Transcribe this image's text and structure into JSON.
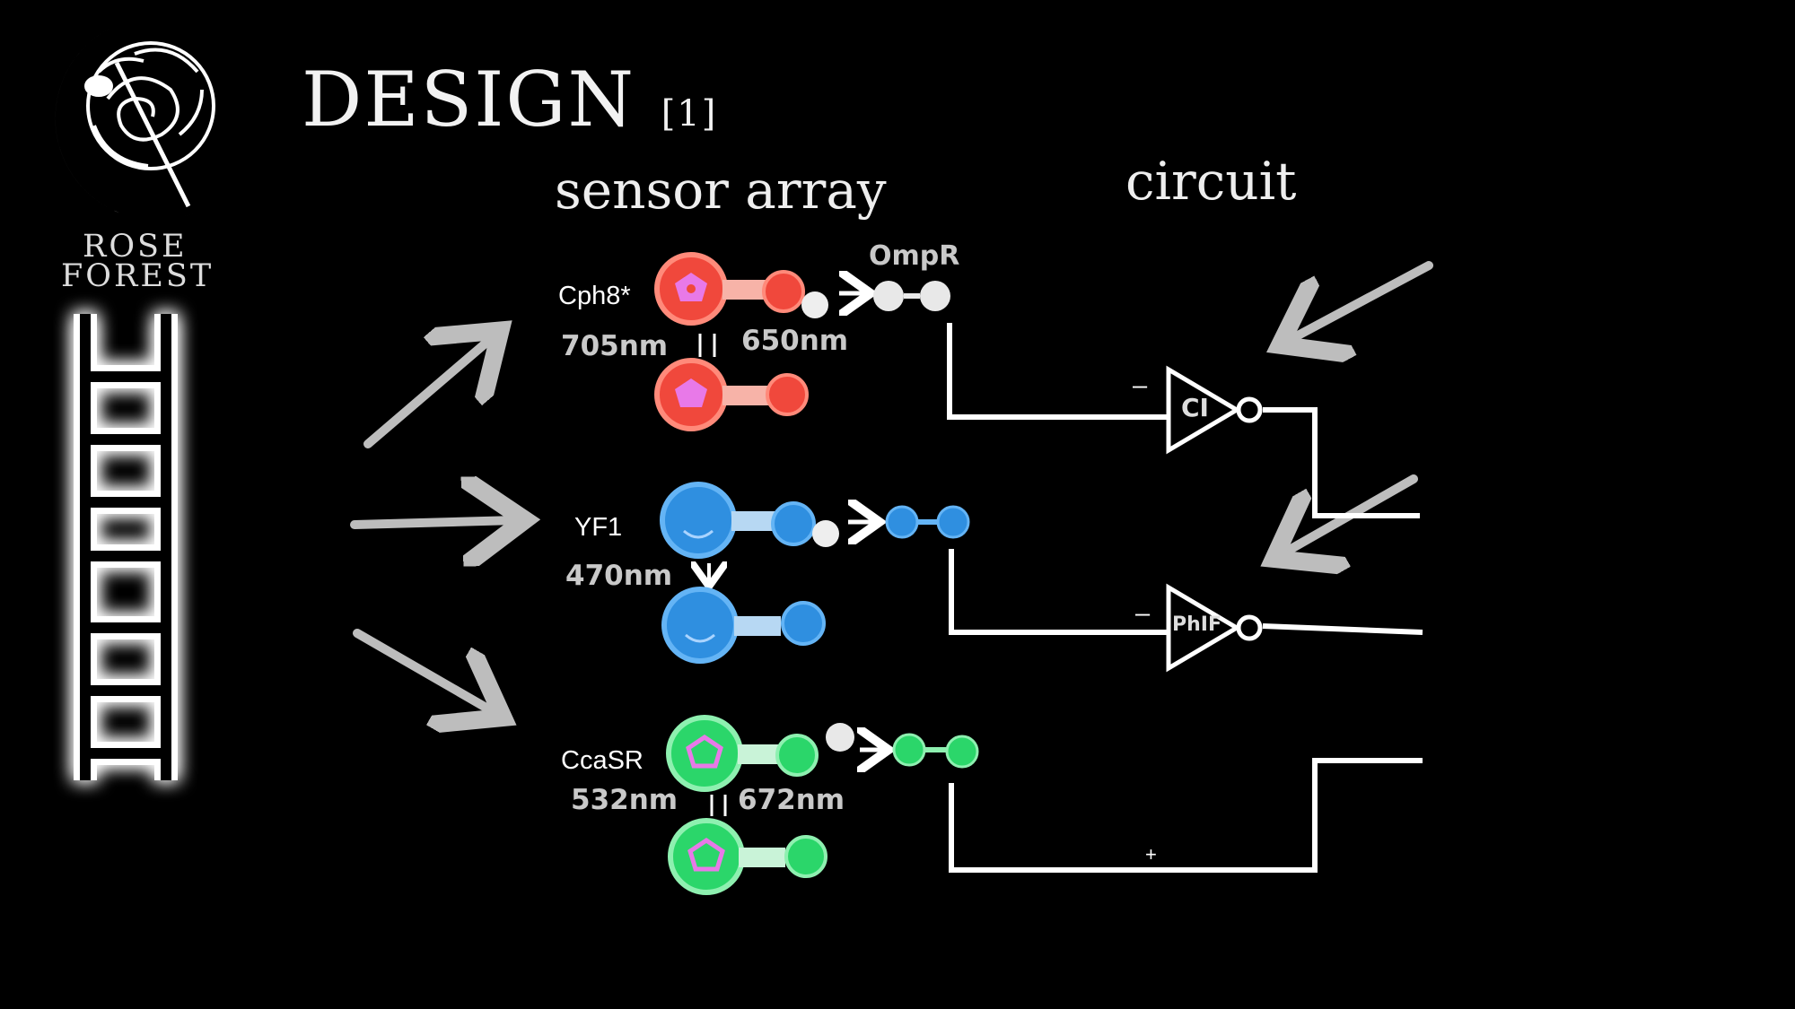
{
  "slide": {
    "title": "DESIGN",
    "title_sub": "[1]",
    "sensor_heading": "sensor array",
    "circuit_heading": "circuit"
  },
  "brand": {
    "line1": "ROSE",
    "line2": "FOREST"
  },
  "sensors": {
    "red": {
      "name": "Cph8*",
      "regulator": "OmpR",
      "wavelength_on": "705nm",
      "wavelength_off": "650nm",
      "color": "#f0483c"
    },
    "blue": {
      "name": "YF1",
      "wavelength": "470nm",
      "color": "#2f8fe0"
    },
    "green": {
      "name": "CcaSR",
      "wavelength_on": "532nm",
      "wavelength_off": "672nm",
      "color": "#2bd66a"
    }
  },
  "circuit": {
    "gate1": "CI",
    "gate2": "PhIF",
    "sign_minus": "–",
    "sign_plus": "+"
  },
  "colors": {
    "background": "#000000",
    "line": "#ffffff",
    "arrow": "#bdbdbd",
    "pentagon": "#e879e8"
  }
}
